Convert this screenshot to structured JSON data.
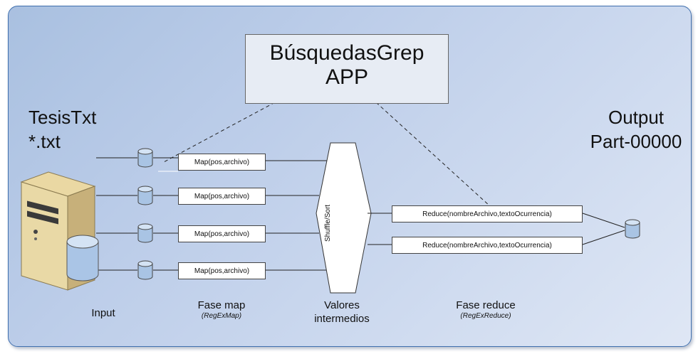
{
  "app": {
    "title": "BúsquedasGrep",
    "subtitle": "APP"
  },
  "input_source": {
    "name": "TesisTxt",
    "pattern": "*.txt"
  },
  "output": {
    "title": "Output",
    "file": "Part-00000"
  },
  "map_boxes": [
    "Map(pos,archivo)",
    "Map(pos,archivo)",
    "Map(pos,archivo)",
    "Map(pos,archivo)"
  ],
  "shuffle_label": "Shuffle/Sort",
  "reduce_boxes": [
    "Reduce(nombreArchivo,textoOcurrencia)",
    "Reduce(nombreArchivo,textoOcurrencia)"
  ],
  "captions": {
    "input": "Input",
    "map_phase": "Fase map",
    "map_class": "(RegExMap)",
    "intermediate_1": "Valores",
    "intermediate_2": "intermedios",
    "reduce_phase": "Fase reduce",
    "reduce_class": "(RegExReduce)"
  },
  "colors": {
    "background": "#b8cbe7",
    "border": "#3f6fae",
    "cylinder": "#a9c4e4"
  }
}
